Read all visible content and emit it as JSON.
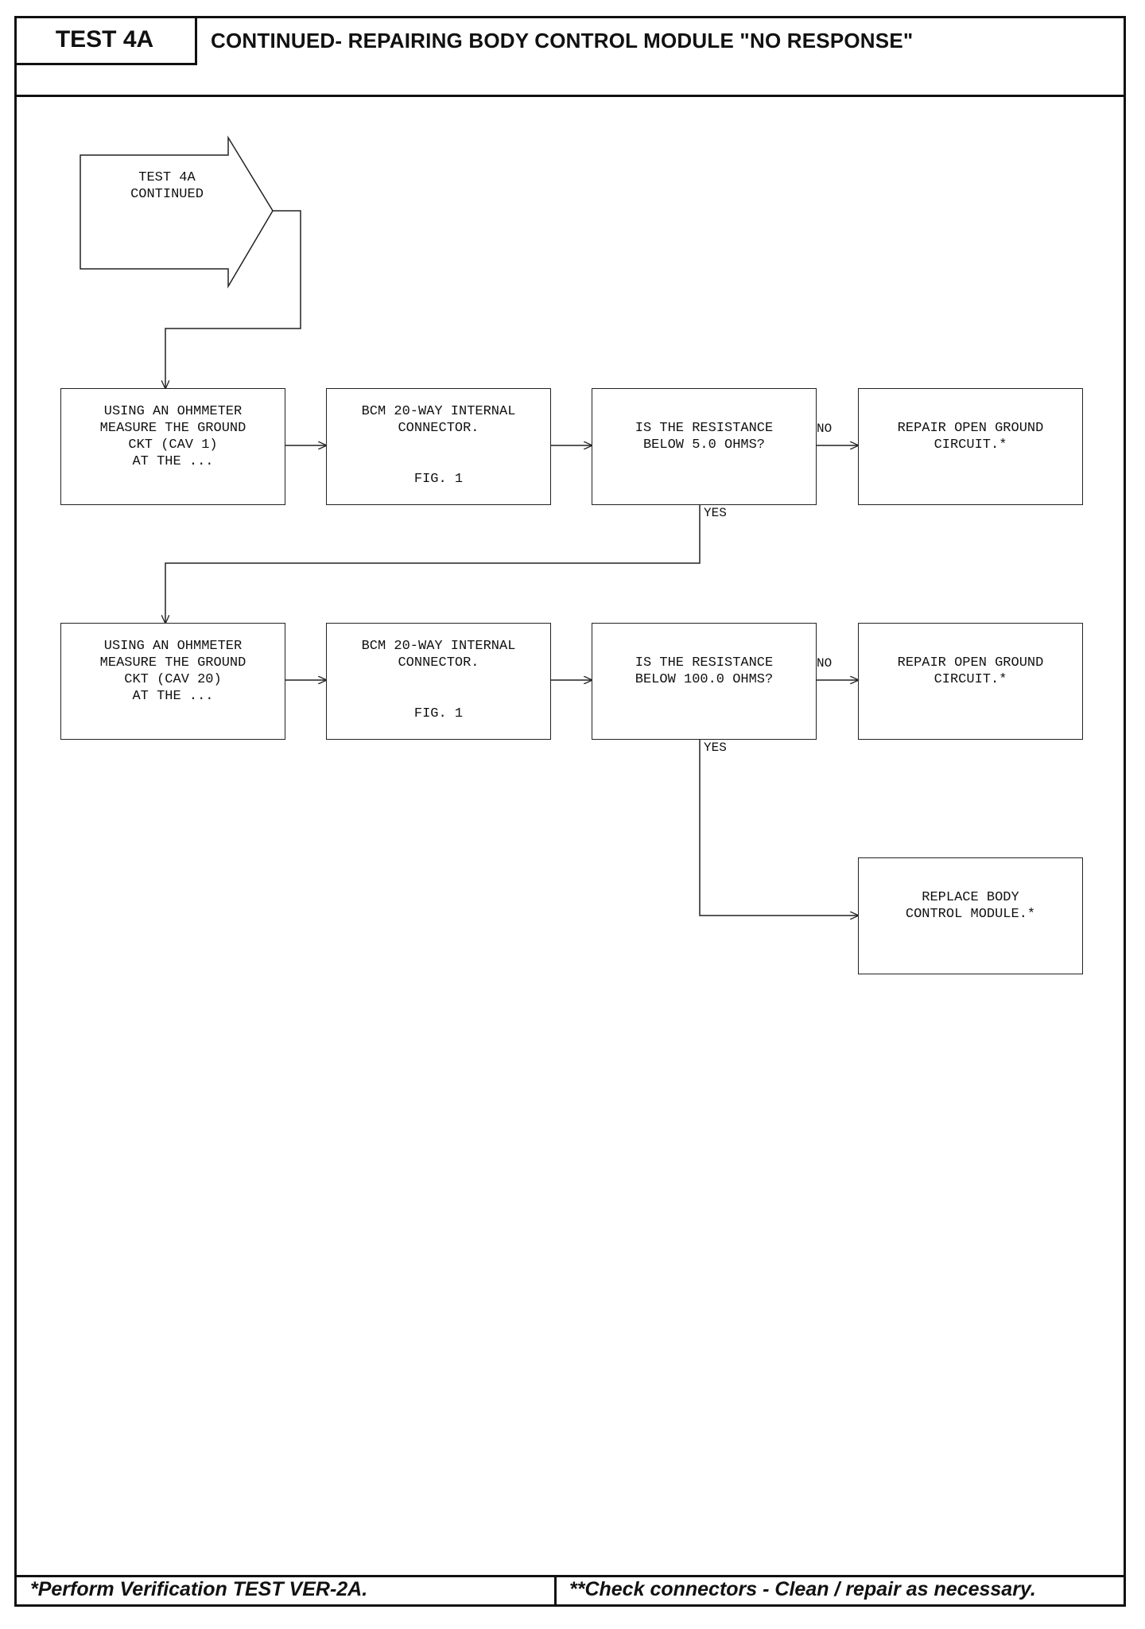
{
  "header": {
    "test_id": "TEST 4A",
    "title": "CONTINUED- REPAIRING BODY CONTROL MODULE \"NO RESPONSE\""
  },
  "start": {
    "text": "TEST 4A\nCONTINUED"
  },
  "row1": {
    "step": "USING AN OHMMETER\nMEASURE THE GROUND\nCKT (CAV 1)\nAT THE ...",
    "connector": "BCM 20-WAY INTERNAL\nCONNECTOR.",
    "fig": "FIG. 1",
    "question": "IS THE RESISTANCE\nBELOW 5.0 OHMS?",
    "no_label": "NO",
    "yes_label": "YES",
    "repair": "REPAIR OPEN GROUND\nCIRCUIT.*"
  },
  "row2": {
    "step": "USING AN OHMMETER\nMEASURE THE GROUND\nCKT (CAV 20)\nAT THE ...",
    "connector": "BCM 20-WAY INTERNAL\nCONNECTOR.",
    "fig": "FIG. 1",
    "question": "IS THE RESISTANCE\nBELOW 100.0 OHMS?",
    "no_label": "NO",
    "yes_label": "YES",
    "repair": "REPAIR OPEN GROUND\nCIRCUIT.*"
  },
  "final": {
    "replace": "REPLACE BODY\nCONTROL MODULE.*"
  },
  "footer": {
    "left": "*Perform Verification TEST VER-2A.",
    "right": "**Check connectors - Clean / repair as necessary."
  }
}
